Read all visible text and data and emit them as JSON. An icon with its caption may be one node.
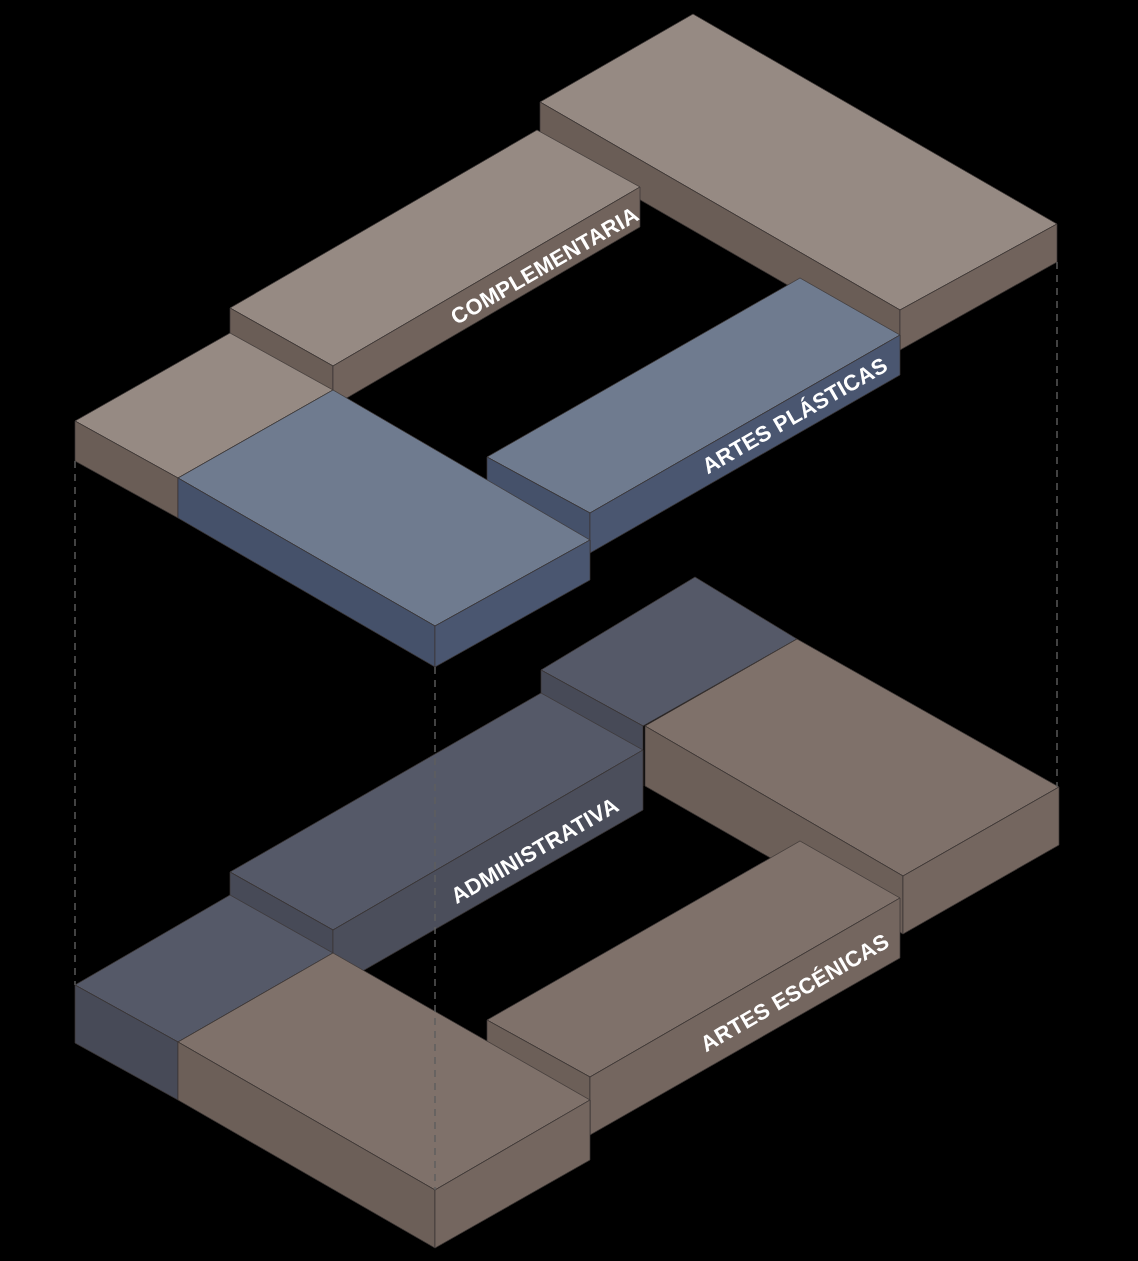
{
  "diagram": {
    "labels": [
      "COMPLEMENTARIA",
      "ARTES PLÁSTICAS",
      "ADMINISTRATIVA",
      "ARTES ESCÉNICAS"
    ]
  }
}
